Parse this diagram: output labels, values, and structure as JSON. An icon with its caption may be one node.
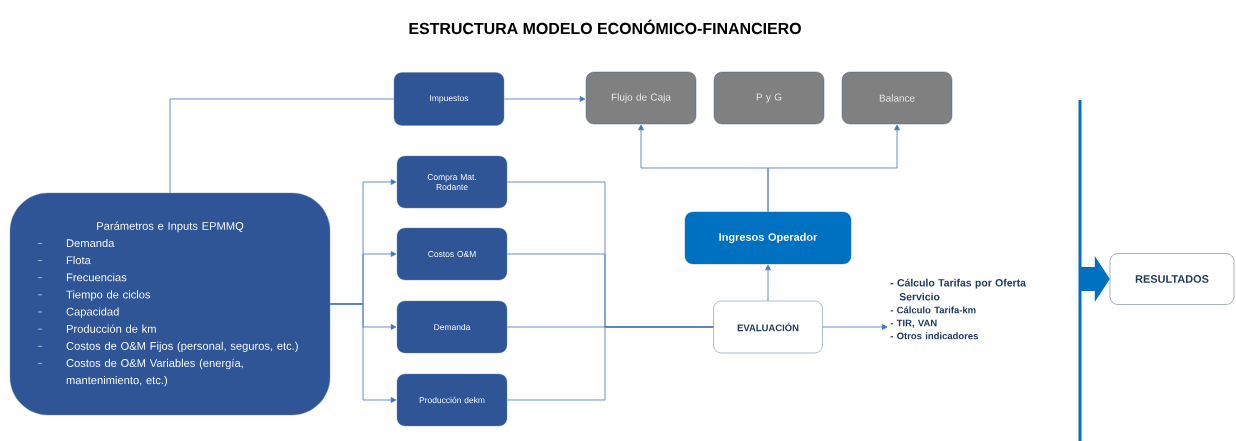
{
  "diagram": {
    "title": "ESTRUCTURA MODELO ECONÓMICO-FINANCIERO",
    "nodes": [
      {
        "text": [
          "Parámetros e Inputs EPMMQ",
          "Demanda",
          "Flota",
          "Frecuencias",
          "Tiempo de ciclos",
          "Capacidad",
          "Producción de km",
          "Costos de O&M Fijos (personal, seguros, etc.)",
          "Costos de O&M Variables (energía, mantenimiento, etc.)"
        ]
      },
      {
        "text": [
          "Impuestos"
        ]
      },
      {
        "text": [
          "Compra Mat. Rodante"
        ]
      },
      {
        "text": [
          "Costos O&M"
        ]
      },
      {
        "text": [
          "Demanda"
        ]
      },
      {
        "text": [
          "Producción dekm"
        ]
      },
      {
        "text": [
          "Flujo de Caja"
        ]
      },
      {
        "text": [
          "P y G"
        ]
      },
      {
        "text": [
          "Balance"
        ]
      },
      {
        "text": [
          "Ingresos Operador"
        ]
      },
      {
        "text": [
          "EVALUACIÓN"
        ]
      },
      {
        "text": [
          "- Cálculo Tarifas por Oferta Servicio",
          "- Cálculo Tarifa-km",
          "- TIR, VAN",
          "- Otros indicadores"
        ]
      },
      {
        "text": [
          "RESULTADOS"
        ]
      }
    ],
    "edges": [
      {
        "from": 0,
        "to": 1,
        "arrow": "none"
      },
      {
        "from": 1,
        "to": 6,
        "arrow": "to"
      },
      {
        "from": 0,
        "to": 2,
        "arrow": "to"
      },
      {
        "from": 0,
        "to": 3,
        "arrow": "to"
      },
      {
        "from": 0,
        "to": 4,
        "arrow": "to"
      },
      {
        "from": 0,
        "to": 5,
        "arrow": "to"
      },
      {
        "from": 2,
        "to": 10,
        "arrow": "none"
      },
      {
        "from": 3,
        "to": 10,
        "arrow": "none"
      },
      {
        "from": 4,
        "to": 10,
        "arrow": "none"
      },
      {
        "from": 5,
        "to": 10,
        "arrow": "none"
      },
      {
        "from": 10,
        "to": 9,
        "arrow": "to"
      },
      {
        "from": 9,
        "to": 6,
        "arrow": "to"
      },
      {
        "from": 9,
        "to": 8,
        "arrow": "to"
      },
      {
        "from": 10,
        "to": 11,
        "arrow": "to"
      },
      {
        "from": null,
        "to": 12,
        "arrow": "to",
        "style": "thick",
        "color": "#0070c0"
      }
    ]
  }
}
